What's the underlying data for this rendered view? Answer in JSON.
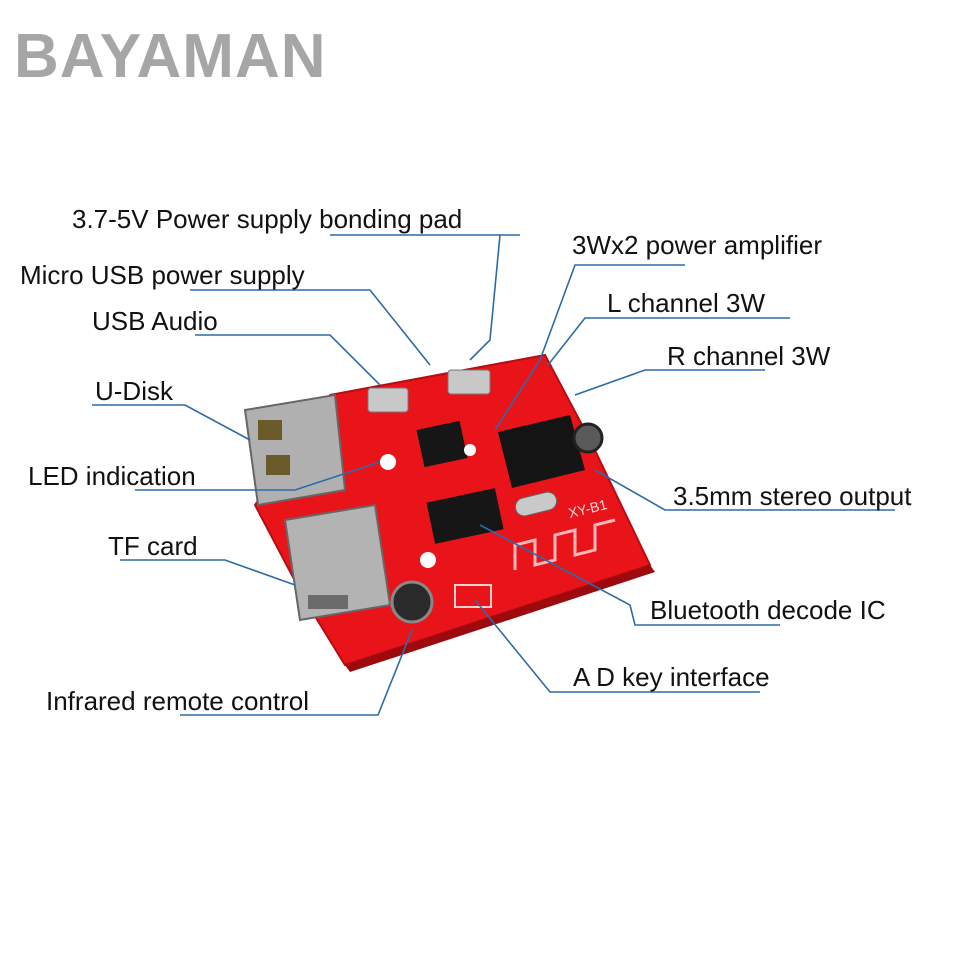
{
  "brand": "BAYAMAN",
  "callouts": {
    "power_pad": "3.7-5V Power supply bonding pad",
    "micro_usb": "Micro USB power supply",
    "usb_audio": "USB Audio",
    "udisk": "U-Disk",
    "led": "LED indication",
    "tf_card": "TF card",
    "infrared": "Infrared remote control",
    "amplifier": "3Wx2 power amplifier",
    "l_channel": "L channel 3W",
    "r_channel": "R channel 3W",
    "stereo_out": "3.5mm stereo output",
    "bt_ic": "Bluetooth decode IC",
    "ad_key": "A D key interface"
  },
  "board": {
    "silkscreen": "XY-B1",
    "colors": {
      "pcb": "#e8141a",
      "leader": "#2d6aa8",
      "metal": "#b9b9b9",
      "chip": "#161616"
    }
  }
}
